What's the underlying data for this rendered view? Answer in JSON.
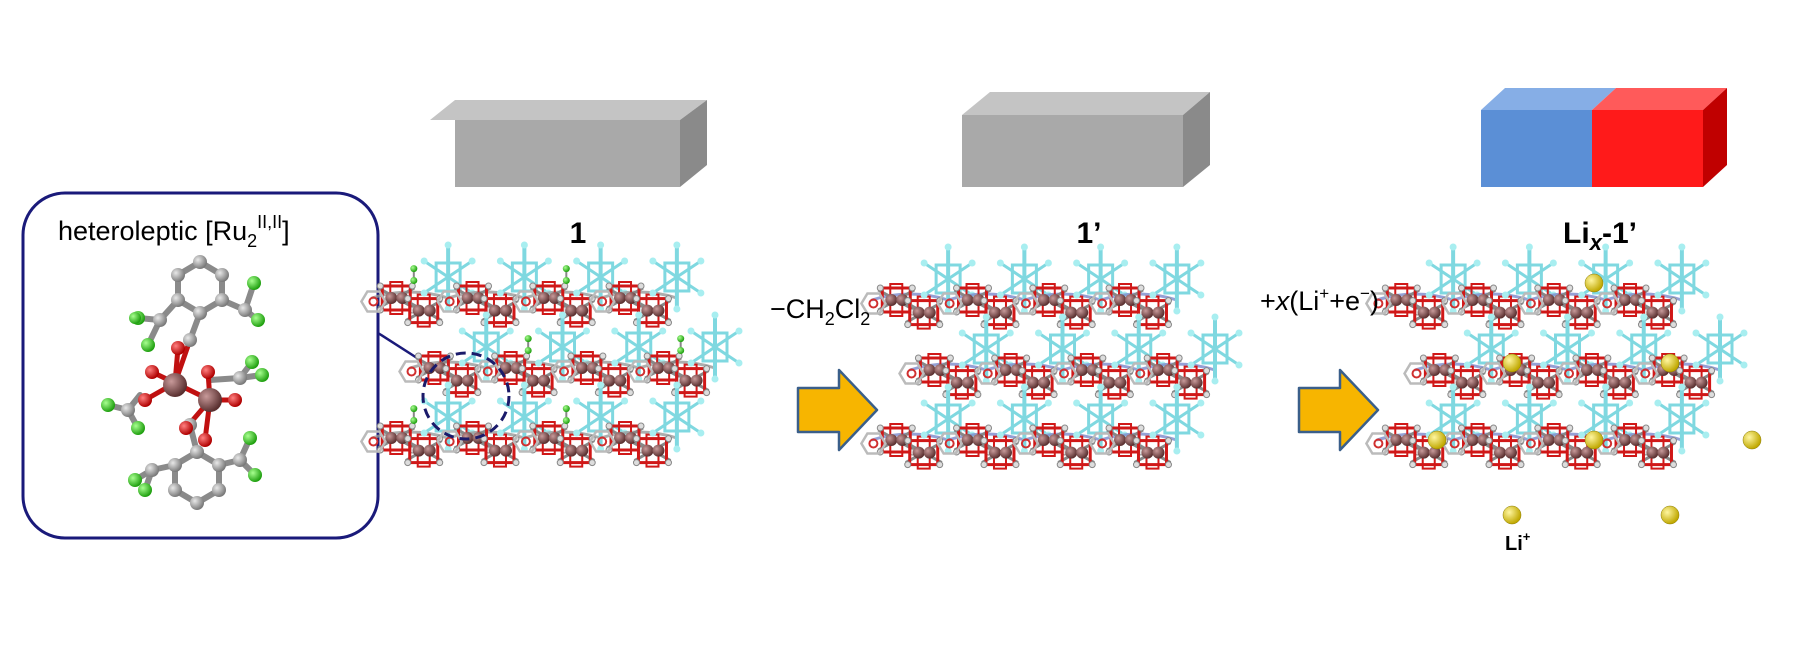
{
  "inset": {
    "title": "heteroleptic [Ru",
    "title_sub": "2",
    "title_sup": "II,II",
    "title_close": "]"
  },
  "stage1": {
    "label": "1"
  },
  "stage2": {
    "label": "1’"
  },
  "stage3": {
    "label_main": "Li",
    "label_sub": "x",
    "label_tail": "-1’",
    "ion_label": "Li",
    "ion_charge": "+"
  },
  "step1": {
    "pre": "−CH",
    "sub1": "2",
    "mid": "Cl",
    "sub2": "2"
  },
  "step2": {
    "pre": "+",
    "x": "x",
    "open": "(Li",
    "sup1": "+",
    "mid": "+e",
    "sup2": "−",
    "close": ")"
  },
  "colors": {
    "box_gray": "#a9a9a9",
    "box_blue": "#5b8fd6",
    "box_red": "#ff1a1a",
    "arrow_fill": "#f7b500",
    "arrow_stroke": "#3a5f8a",
    "inset_border": "#1a1a7a",
    "ruthenium": "#7a4a4a",
    "oxygen": "#e01818",
    "carbon": "#9a9a9a",
    "chlorine": "#33cc22",
    "lithium": "#e6d020",
    "cyan": "#7fd8e0"
  }
}
